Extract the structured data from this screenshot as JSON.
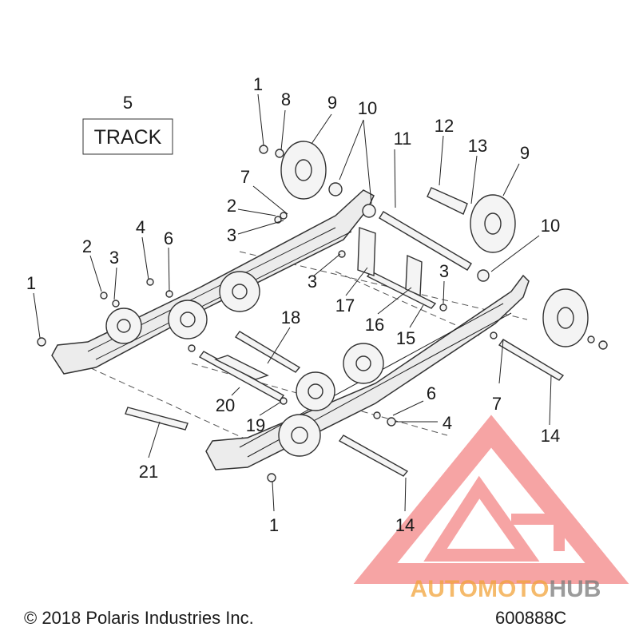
{
  "callouts": [
    {
      "text": "1"
    },
    {
      "text": "8"
    },
    {
      "text": "9"
    },
    {
      "text": "10"
    },
    {
      "text": "11"
    },
    {
      "text": "12"
    },
    {
      "text": "13"
    },
    {
      "text": "9"
    },
    {
      "text": "5"
    },
    {
      "text": "7"
    },
    {
      "text": "2"
    },
    {
      "text": "3"
    },
    {
      "text": "4"
    },
    {
      "text": "2"
    },
    {
      "text": "3"
    },
    {
      "text": "6"
    },
    {
      "text": "1"
    },
    {
      "text": "10"
    },
    {
      "text": "3"
    },
    {
      "text": "3"
    },
    {
      "text": "17"
    },
    {
      "text": "16"
    },
    {
      "text": "15"
    },
    {
      "text": "18"
    },
    {
      "text": "6"
    },
    {
      "text": "4"
    },
    {
      "text": "7"
    },
    {
      "text": "20"
    },
    {
      "text": "19"
    },
    {
      "text": "14"
    },
    {
      "text": "21"
    },
    {
      "text": "1"
    },
    {
      "text": "14"
    }
  ],
  "track_label": "TRACK",
  "footer": {
    "copyright": "© 2018 Polaris Industries Inc.",
    "drawing_number": "600888C"
  },
  "watermark": {
    "brand_part1": "AUTOMOTO",
    "brand_part2": "HUB",
    "color_primary": "#f2a33a",
    "color_secondary": "#7a7a7a",
    "color_triangle": "#ef5a5a"
  }
}
